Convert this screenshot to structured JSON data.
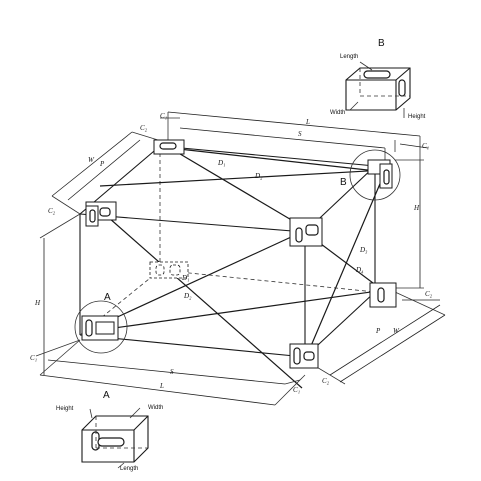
{
  "inset_b": {
    "letter": "B",
    "length": "Length",
    "width": "Width",
    "height": "Height"
  },
  "inset_a": {
    "letter": "A",
    "height": "Height",
    "width": "Width",
    "length": "Length"
  },
  "callouts": {
    "a": "A",
    "b": "B"
  },
  "dims": {
    "c1_top_left": "C₁",
    "c2_top_left": "C₂",
    "c1_top_right": "C₁",
    "c2_left": "C₂",
    "c1_left": "C₁",
    "c1_bottom": "C₁",
    "c2_right": "C₂",
    "c2_bottom": "C₂",
    "l_top": "L",
    "s_top": "S",
    "w_left": "W",
    "p_left": "P",
    "h_left": "H",
    "h_right": "H",
    "l_bottom": "L",
    "s_bottom": "S",
    "p_right": "P",
    "w_right": "W"
  },
  "diagonals": {
    "d1_top": "D₁",
    "d2_top": "D₂",
    "d1_mid": "D₁",
    "d2_mid": "D₂",
    "d3_right": "D₃",
    "d4_right": "D₄"
  }
}
